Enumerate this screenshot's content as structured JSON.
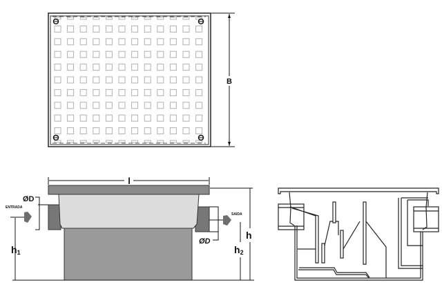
{
  "labels": {
    "width_B": "B",
    "length_l": "l",
    "inlet_diameter": "ØD",
    "outlet_diameter": "ØD",
    "inlet": "ENTRADA",
    "outlet": "SAIDA",
    "height_h": "h",
    "height_h1": "h",
    "height_h1_sub": "1",
    "height_h2": "h",
    "height_h2_sub": "2"
  },
  "grate": {
    "columns": 12,
    "rows": 11
  },
  "colors": {
    "flange": "#8a8a8a",
    "upper_body": "#dcdcdc",
    "lower_body": "#9a9a9a",
    "pipe_stub": "#777777",
    "arrow": "#6e6e6e",
    "grate_square": "#b0b0b0"
  }
}
